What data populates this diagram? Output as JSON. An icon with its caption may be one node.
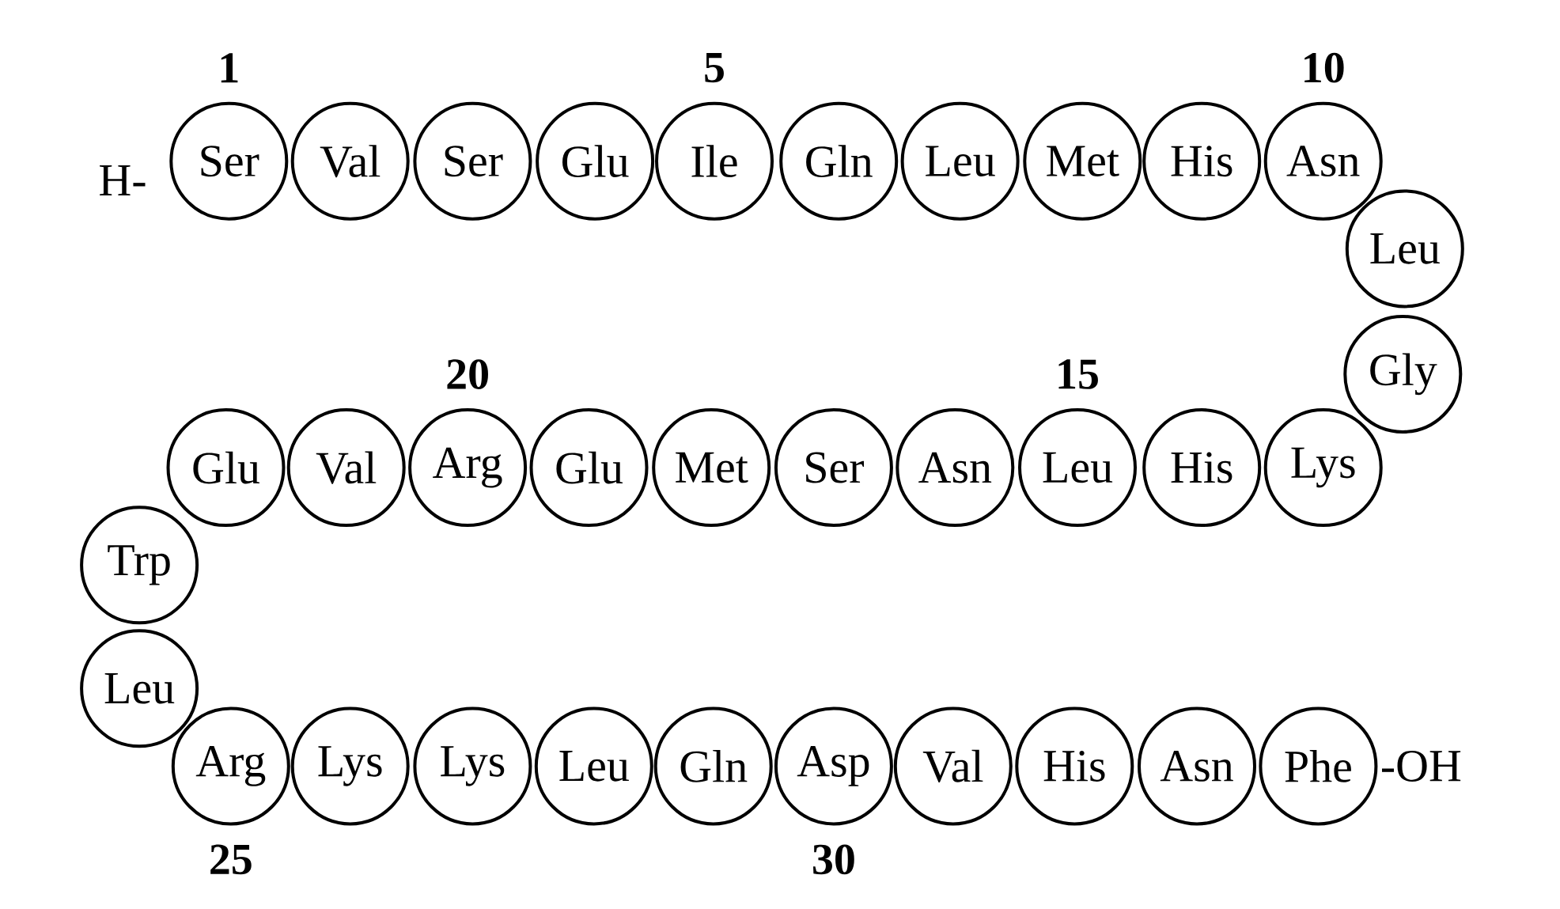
{
  "diagram": {
    "nodes": [
      {
        "text": [
          "Ser"
        ],
        "beside": [
          "1"
        ]
      },
      {
        "text": [
          "Val"
        ]
      },
      {
        "text": [
          "Ser"
        ]
      },
      {
        "text": [
          "Glu"
        ]
      },
      {
        "text": [
          "Ile"
        ],
        "beside": [
          "5"
        ]
      },
      {
        "text": [
          "Gln"
        ]
      },
      {
        "text": [
          "Leu"
        ]
      },
      {
        "text": [
          "Met"
        ]
      },
      {
        "text": [
          "His"
        ]
      },
      {
        "text": [
          "Asn"
        ],
        "beside": [
          "10"
        ]
      },
      {
        "text": [
          "Leu"
        ]
      },
      {
        "text": [
          "Gly"
        ]
      },
      {
        "text": [
          "Lys"
        ]
      },
      {
        "text": [
          "His"
        ]
      },
      {
        "text": [
          "Leu"
        ],
        "beside": [
          "15"
        ]
      },
      {
        "text": [
          "Asn"
        ]
      },
      {
        "text": [
          "Ser"
        ]
      },
      {
        "text": [
          "Met"
        ]
      },
      {
        "text": [
          "Glu"
        ]
      },
      {
        "text": [
          "Arg"
        ],
        "beside": [
          "20"
        ]
      },
      {
        "text": [
          "Val"
        ]
      },
      {
        "text": [
          "Glu"
        ]
      },
      {
        "text": [
          "Trp"
        ]
      },
      {
        "text": [
          "Leu"
        ]
      },
      {
        "text": [
          "Arg"
        ],
        "beside": [
          "25"
        ]
      },
      {
        "text": [
          "Lys"
        ]
      },
      {
        "text": [
          "Lys"
        ]
      },
      {
        "text": [
          "Leu"
        ]
      },
      {
        "text": [
          "Gln"
        ]
      },
      {
        "text": [
          "Asp"
        ],
        "beside": [
          "30"
        ]
      },
      {
        "text": [
          "Val"
        ]
      },
      {
        "text": [
          "His"
        ]
      },
      {
        "text": [
          "Asn"
        ]
      },
      {
        "text": [
          "Phe"
        ]
      }
    ],
    "labels": [
      "H-",
      "-OH"
    ]
  }
}
